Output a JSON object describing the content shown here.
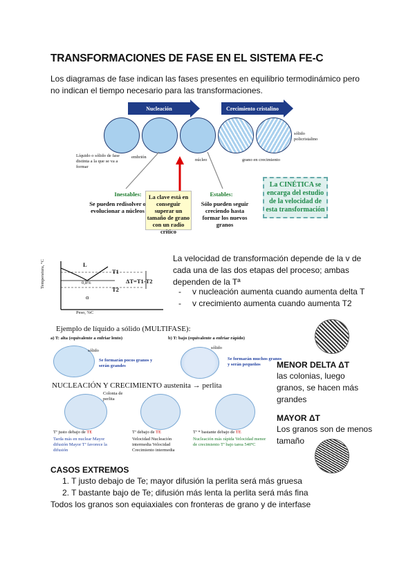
{
  "title": "TRANSFORMACIONES DE FASE EN EL SISTEMA FE-C",
  "intro": "Los diagramas de fase indican las fases presentes en equilibrio termodinámico pero no indican el tiempo necesario para las transformaciones.",
  "figure1": {
    "banner_nucleation": "Nucleación",
    "banner_growth": "Crecimiento cristalino",
    "label_liquid": "Líquido o sólido de fase distinta a la que se va a formar",
    "label_embrion": "embrión",
    "label_nucleo": "núcleo",
    "label_grano": "grano en crecimiento",
    "label_solido": "sólido policristalino",
    "inestables_title": "Inestables:",
    "inestables_text": "Se pueden redisolver o evolucionar a núcleos",
    "clave_text": "La clave está en conseguir superar un tamaño de grano con un radio crítico",
    "estables_title": "Estables:",
    "estables_text": "Sólo pueden seguir creciendo hasta formar los nuevos granos",
    "cinetica_text": "La CINÉTICA se encarga del estudio de la velocidad de esta transformación"
  },
  "diagram2": {
    "ylabel": "Temperatura, °C",
    "xlabel": "Peso, %C",
    "label_L": "L",
    "label_T1": "T1",
    "label_T2": "T2",
    "label_pct": "0,8%",
    "label_alpha": "α",
    "delta": "ΔT=T1-T2"
  },
  "velocidad_text": "La velocidad de transformación depende de la v de cada una de las dos etapas del proceso; ambas dependen de la Tª",
  "bullets": [
    "v nucleación aumenta cuando aumenta delta T",
    "v crecimiento aumenta cuando aumenta T2"
  ],
  "figure3": {
    "header": "Ejemplo de líquido a sólido (MULTIFASE):",
    "case_a": "a) T: alta (equivalente a enfriar lento)",
    "case_b": "b) T: bajo (equivalente a enfriar rápido)",
    "solido": "sólido",
    "solido2": "sólido",
    "formaran_a": "Se formarán pocos granos y serán grandes",
    "formaran_b": "Se formarán muchos granos y serán pequeños",
    "nucleacion": "NUCLEACIÓN Y CRECIMIENTO austenita → perlita",
    "colonia": "Colonia de perlita",
    "t1_label": "Tª justo debajo de",
    "t2_label": "Tª debajo de",
    "t3_label": "Tª * bastante debajo de",
    "te_symbol": "TE",
    "t1_note": "Tarda más en nuclear Mayor difusión Mayor Tª favorece la difusión",
    "t2_note": "Velocidad Nucleación intermedia Velocidad Crecimiento intermedia",
    "t3_note": "Nucleación más rápida Velocidad menor de crecimiento Tª bajo tarea 540ºC"
  },
  "menor_title": "MENOR DELTA ΔT",
  "menor_text": "las colonias, luego granos, se hacen más grandes",
  "mayor_title": "MAYOR ΔT",
  "mayor_text": "Los granos son de menos tamaño",
  "casos_title": "CASOS EXTREMOS",
  "casos": [
    "1.   T justo debajo de Te; mayor difusión la perlita será más gruesa",
    "2.   T bastante bajo de Te; difusión más lenta la perlita será más fina"
  ],
  "final_text": "Todos los granos son equiaxiales con fronteras de grano y de interfase"
}
